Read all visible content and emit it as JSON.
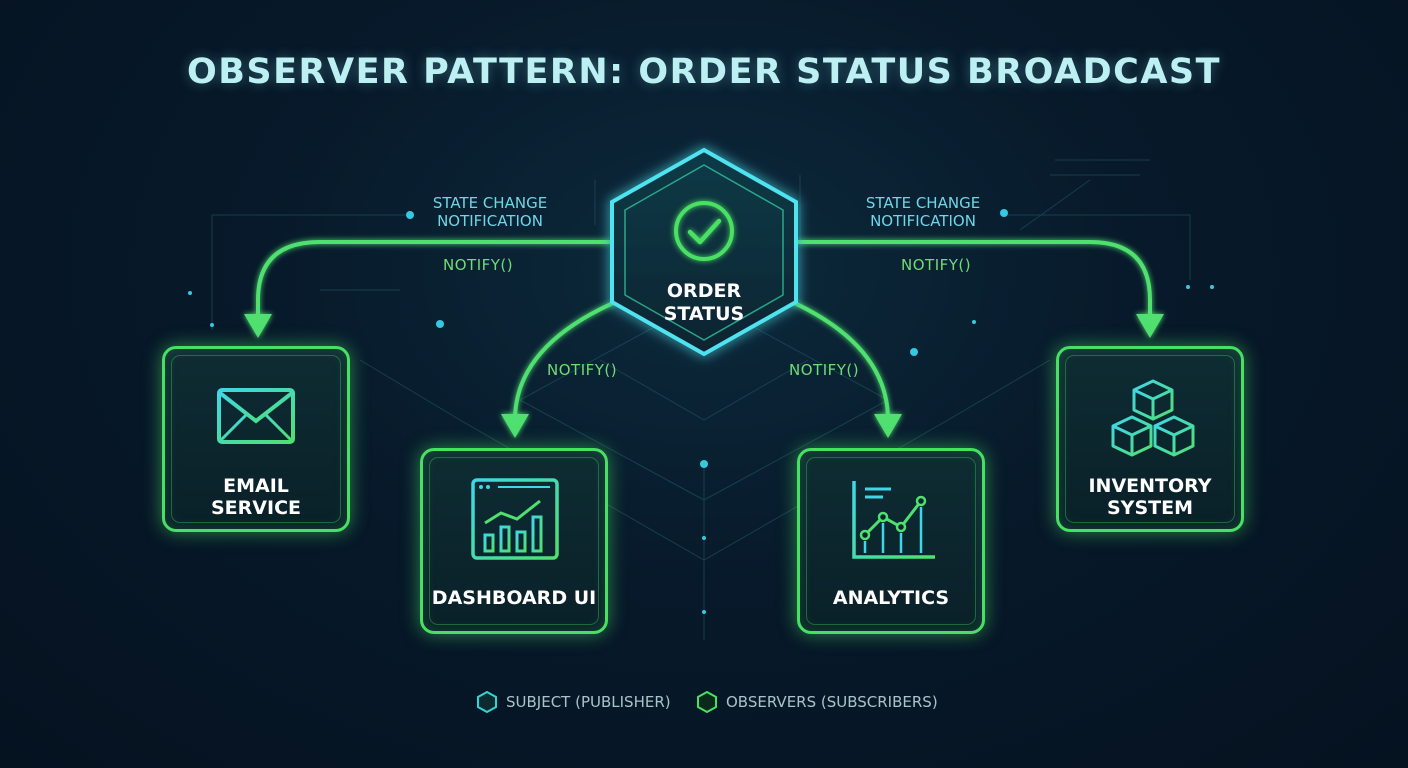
{
  "title": "OBSERVER PATTERN: ORDER STATUS BROADCAST",
  "subject": {
    "label_lines": [
      "ORDER",
      "STATUS"
    ],
    "icon": "check-circle-icon"
  },
  "notifications": {
    "left": [
      "STATE CHANGE",
      "NOTIFICATION"
    ],
    "right": [
      "STATE CHANGE",
      "NOTIFICATION"
    ]
  },
  "edges": {
    "to_email": "NOTIFY()",
    "to_dashboard": "NOTIFY()",
    "to_analytics": "NOTIFY()",
    "to_inventory": "NOTIFY()"
  },
  "observers": {
    "email": {
      "label_lines": [
        "EMAIL",
        "SERVICE"
      ],
      "icon": "envelope-icon"
    },
    "dashboard": {
      "label_lines": [
        "DASHBOARD UI"
      ],
      "icon": "dashboard-chart-icon"
    },
    "analytics": {
      "label_lines": [
        "ANALYTICS"
      ],
      "icon": "line-chart-icon"
    },
    "inventory": {
      "label_lines": [
        "INVENTORY",
        "SYSTEM"
      ],
      "icon": "boxes-icon"
    }
  },
  "legend": [
    {
      "label": "SUBJECT (PUBLISHER)",
      "color": "#2fd6d0"
    },
    {
      "label": "OBSERVERS (SUBSCRIBERS)",
      "color": "#48e063"
    }
  ],
  "colors": {
    "observer_green": "#48e063",
    "subject_cyan": "#4fe3f0",
    "edge_green": "#4fe070",
    "background": "#07192a"
  }
}
